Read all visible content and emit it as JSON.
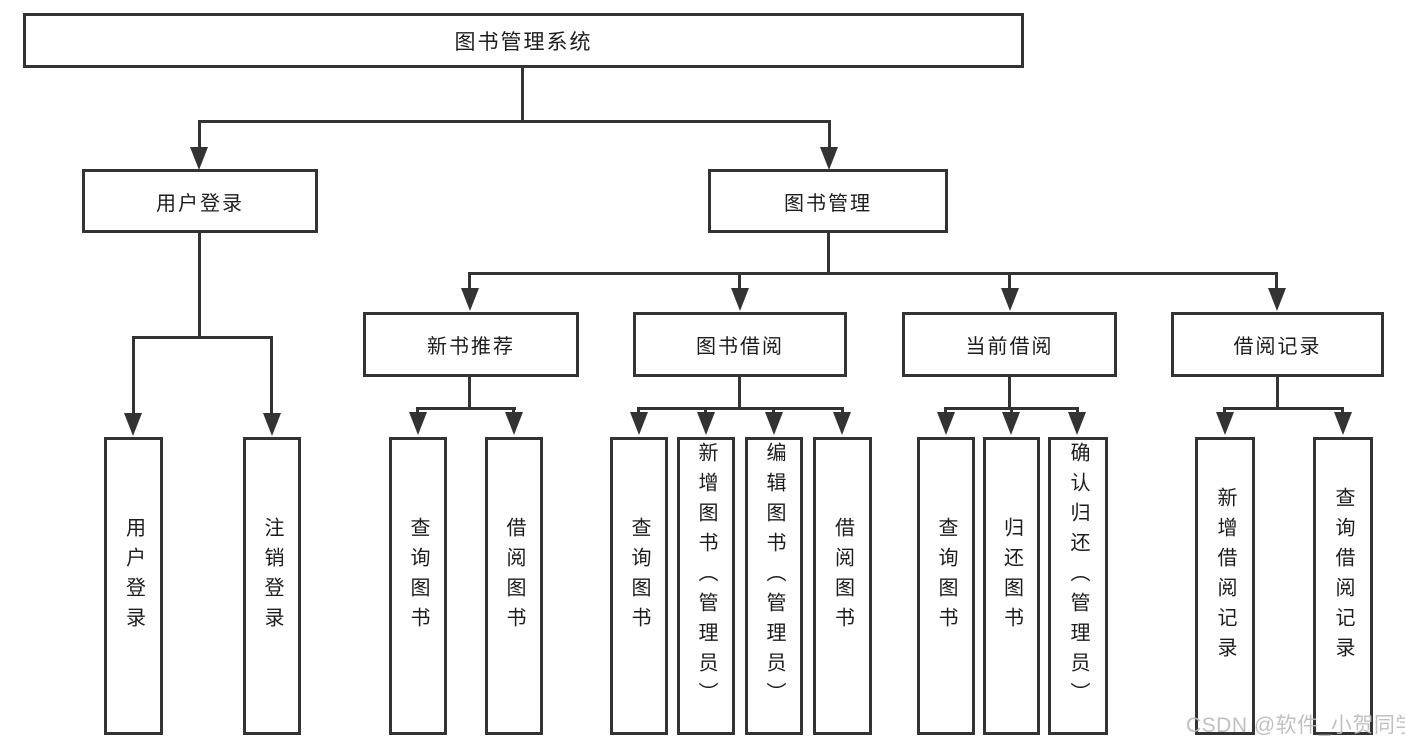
{
  "diagram": {
    "type": "tree",
    "title": "图书管理系统",
    "colors": {
      "line": "#333333",
      "text": "#1c1c1c",
      "box_fill": "#ffffff",
      "background": "#ffffff",
      "watermark": "#bbbbbb"
    },
    "tree": {
      "label": "图书管理系统",
      "children": [
        {
          "label": "用户登录",
          "children": [
            {
              "label": "用户登录"
            },
            {
              "label": "注销登录"
            }
          ]
        },
        {
          "label": "图书管理",
          "children": [
            {
              "label": "新书推荐",
              "children": [
                {
                  "label": "查询图书"
                },
                {
                  "label": "借阅图书"
                }
              ]
            },
            {
              "label": "图书借阅",
              "children": [
                {
                  "label": "查询图书"
                },
                {
                  "label": "新增图书（管理员）"
                },
                {
                  "label": "编辑图书（管理员）"
                },
                {
                  "label": "借阅图书"
                }
              ]
            },
            {
              "label": "当前借阅",
              "children": [
                {
                  "label": "查询图书"
                },
                {
                  "label": "归还图书"
                },
                {
                  "label": "确认归还（管理员）"
                }
              ]
            },
            {
              "label": "借阅记录",
              "children": [
                {
                  "label": "新增借阅记录"
                },
                {
                  "label": "查询借阅记录"
                }
              ]
            }
          ]
        }
      ]
    },
    "watermark": "CSDN @软件_小贺同学"
  }
}
